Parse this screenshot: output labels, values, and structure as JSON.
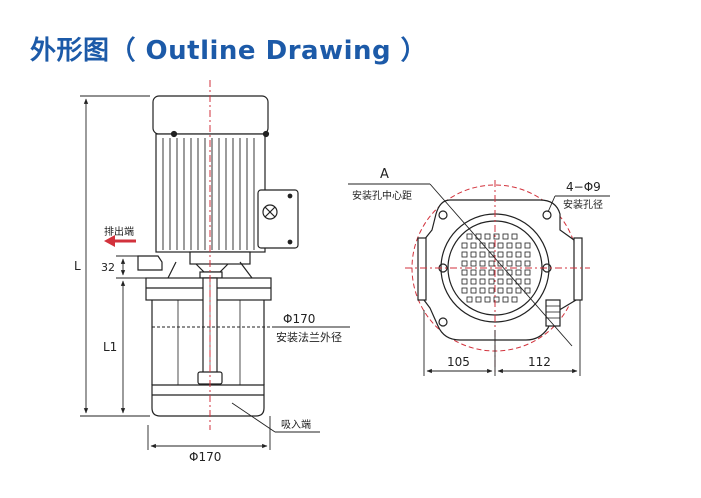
{
  "title": "外形图（ Outline Drawing ）",
  "colors": {
    "title": "#1c5aa8",
    "centerline": "#d2323c",
    "line": "#222222",
    "arrow": "#d2323c"
  },
  "side_view": {
    "label_L": "L",
    "label_L1": "L1",
    "dim_32": "32",
    "discharge_label": "排出端",
    "flange_diameter": "Φ170",
    "flange_caption": "安装法兰外径",
    "inlet_label": "吸入端",
    "base_diameter": "Φ170"
  },
  "top_view": {
    "label_A": "A",
    "center_distance_caption": "安装孔中心距",
    "holes_spec": "4−Φ9",
    "holes_caption": "安装孔径",
    "dim_left": "105",
    "dim_right": "112"
  }
}
